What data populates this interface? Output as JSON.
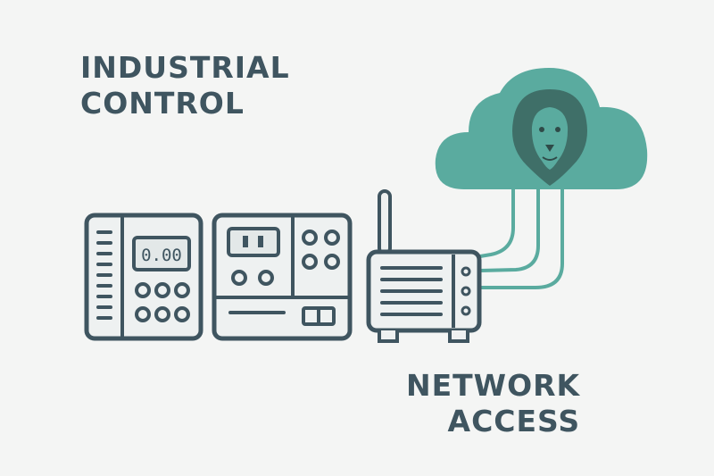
{
  "labels": {
    "industrial_control": [
      "INDUSTRIAL",
      "CONTROL"
    ],
    "network_access": [
      "NETWORK",
      "ACCESS"
    ]
  },
  "controller": {
    "display_value": "0.00"
  },
  "icons": [
    "cloud-icon",
    "lion-icon",
    "plc-controller-icon",
    "control-panel-icon",
    "router-icon",
    "antenna-icon"
  ],
  "colors": {
    "stroke": "#3f5560",
    "teal": "#5aab9f",
    "device_fill": "#eef1f1",
    "text": "#3f5560"
  }
}
